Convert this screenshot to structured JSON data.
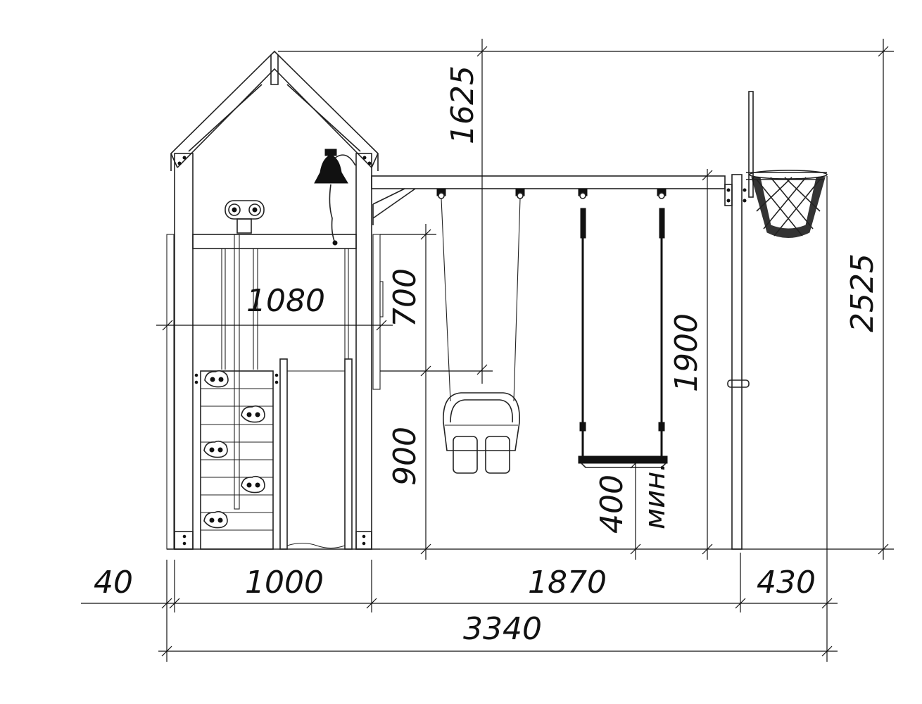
{
  "dimensions": {
    "top_clearance": "1625",
    "total_height": "2525",
    "deck_width": "1080",
    "railing_height": "700",
    "deck_height": "900",
    "swing_height": "1900",
    "seat_clearance": "400",
    "seat_clearance_note": "мин.",
    "left_offset": "40",
    "tower_width": "1000",
    "swing_span": "1870",
    "hoop_offset": "430",
    "total_width": "3340"
  }
}
